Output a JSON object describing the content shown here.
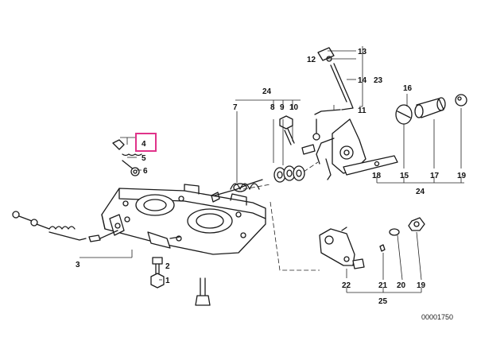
{
  "labels": {
    "l1": "1",
    "l2": "2",
    "l3": "3",
    "l4": "4",
    "l5": "5",
    "l6": "6",
    "l7": "7",
    "l8": "8",
    "l9": "9",
    "l10": "10",
    "l11": "11",
    "l12": "12",
    "l13": "13",
    "l14": "14",
    "l15": "15",
    "l16": "16",
    "l17": "17",
    "l18": "18",
    "l19": "19",
    "l19b": "19",
    "l20": "20",
    "l21": "21",
    "l22": "22",
    "l23": "23",
    "l24": "24",
    "l24b": "24",
    "l25": "25"
  },
  "highlighted_label": "4",
  "reference": "00001750"
}
